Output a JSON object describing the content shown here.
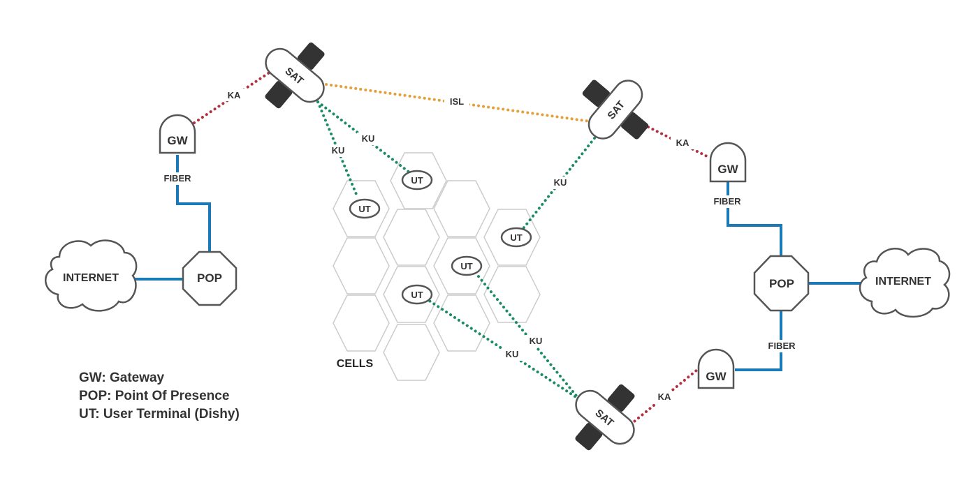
{
  "labels": {
    "sat": "SAT",
    "gw": "GW",
    "pop": "POP",
    "internet": "INTERNET",
    "ut": "UT",
    "cells": "CELLS",
    "ka": "KA",
    "ku": "KU",
    "isl": "ISL",
    "fiber": "FIBER"
  },
  "legend": [
    "GW: Gateway",
    "POP: Point Of Presence",
    "UT: User Terminal (Dishy)"
  ],
  "colors": {
    "ka_link": "#b0313f",
    "ku_link": "#1a8a67",
    "isl_link": "#e3a03a",
    "fiber": "#1a7ab8",
    "outline": "#555555",
    "cell_outline": "#cccccc",
    "panel": "#333333"
  }
}
